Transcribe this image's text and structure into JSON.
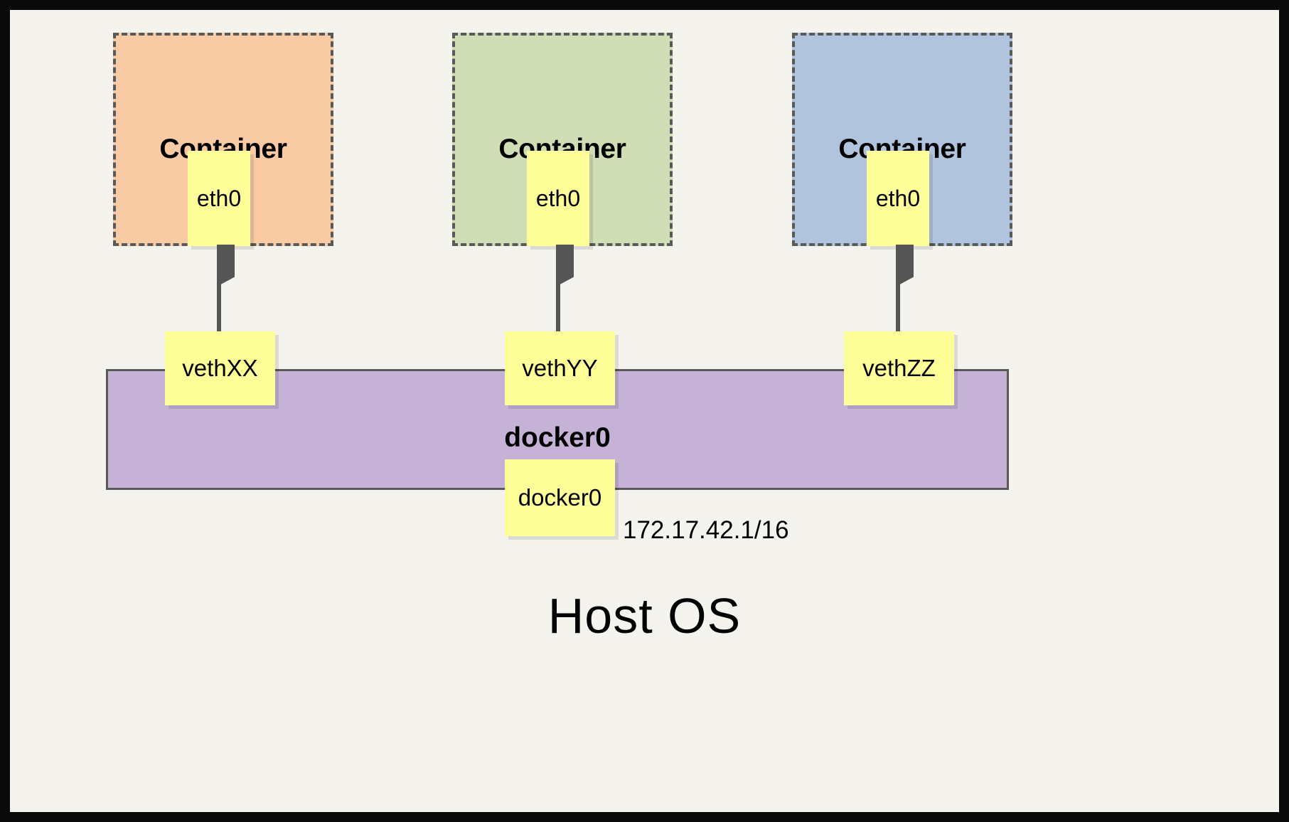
{
  "diagram": {
    "title_bottom": "Host OS",
    "colors": {
      "frame": "#0a0a0a",
      "background": "#f4f3ee",
      "container_1": "#f8cba4",
      "container_2": "#cfdeb4",
      "container_3": "#b0c4de",
      "interface_box": "#ffff99",
      "bridge": "#c6b2d7",
      "stroke": "#595959"
    },
    "containers": [
      {
        "label": "Container",
        "interface": "eth0",
        "veth": "vethXX",
        "fill": "#f8cba4"
      },
      {
        "label": "Container",
        "interface": "eth0",
        "veth": "vethYY",
        "fill": "#cfdeb4"
      },
      {
        "label": "Container",
        "interface": "eth0",
        "veth": "vethZZ",
        "fill": "#b0c4de"
      }
    ],
    "bridge": {
      "label": "docker0",
      "interface": "docker0",
      "ip": "172.17.42.1/16"
    },
    "links": [
      {
        "from": "eth0",
        "to": "vethXX",
        "style": "double-arrow"
      },
      {
        "from": "eth0",
        "to": "vethYY",
        "style": "double-arrow"
      },
      {
        "from": "eth0",
        "to": "vethZZ",
        "style": "double-arrow"
      }
    ]
  }
}
